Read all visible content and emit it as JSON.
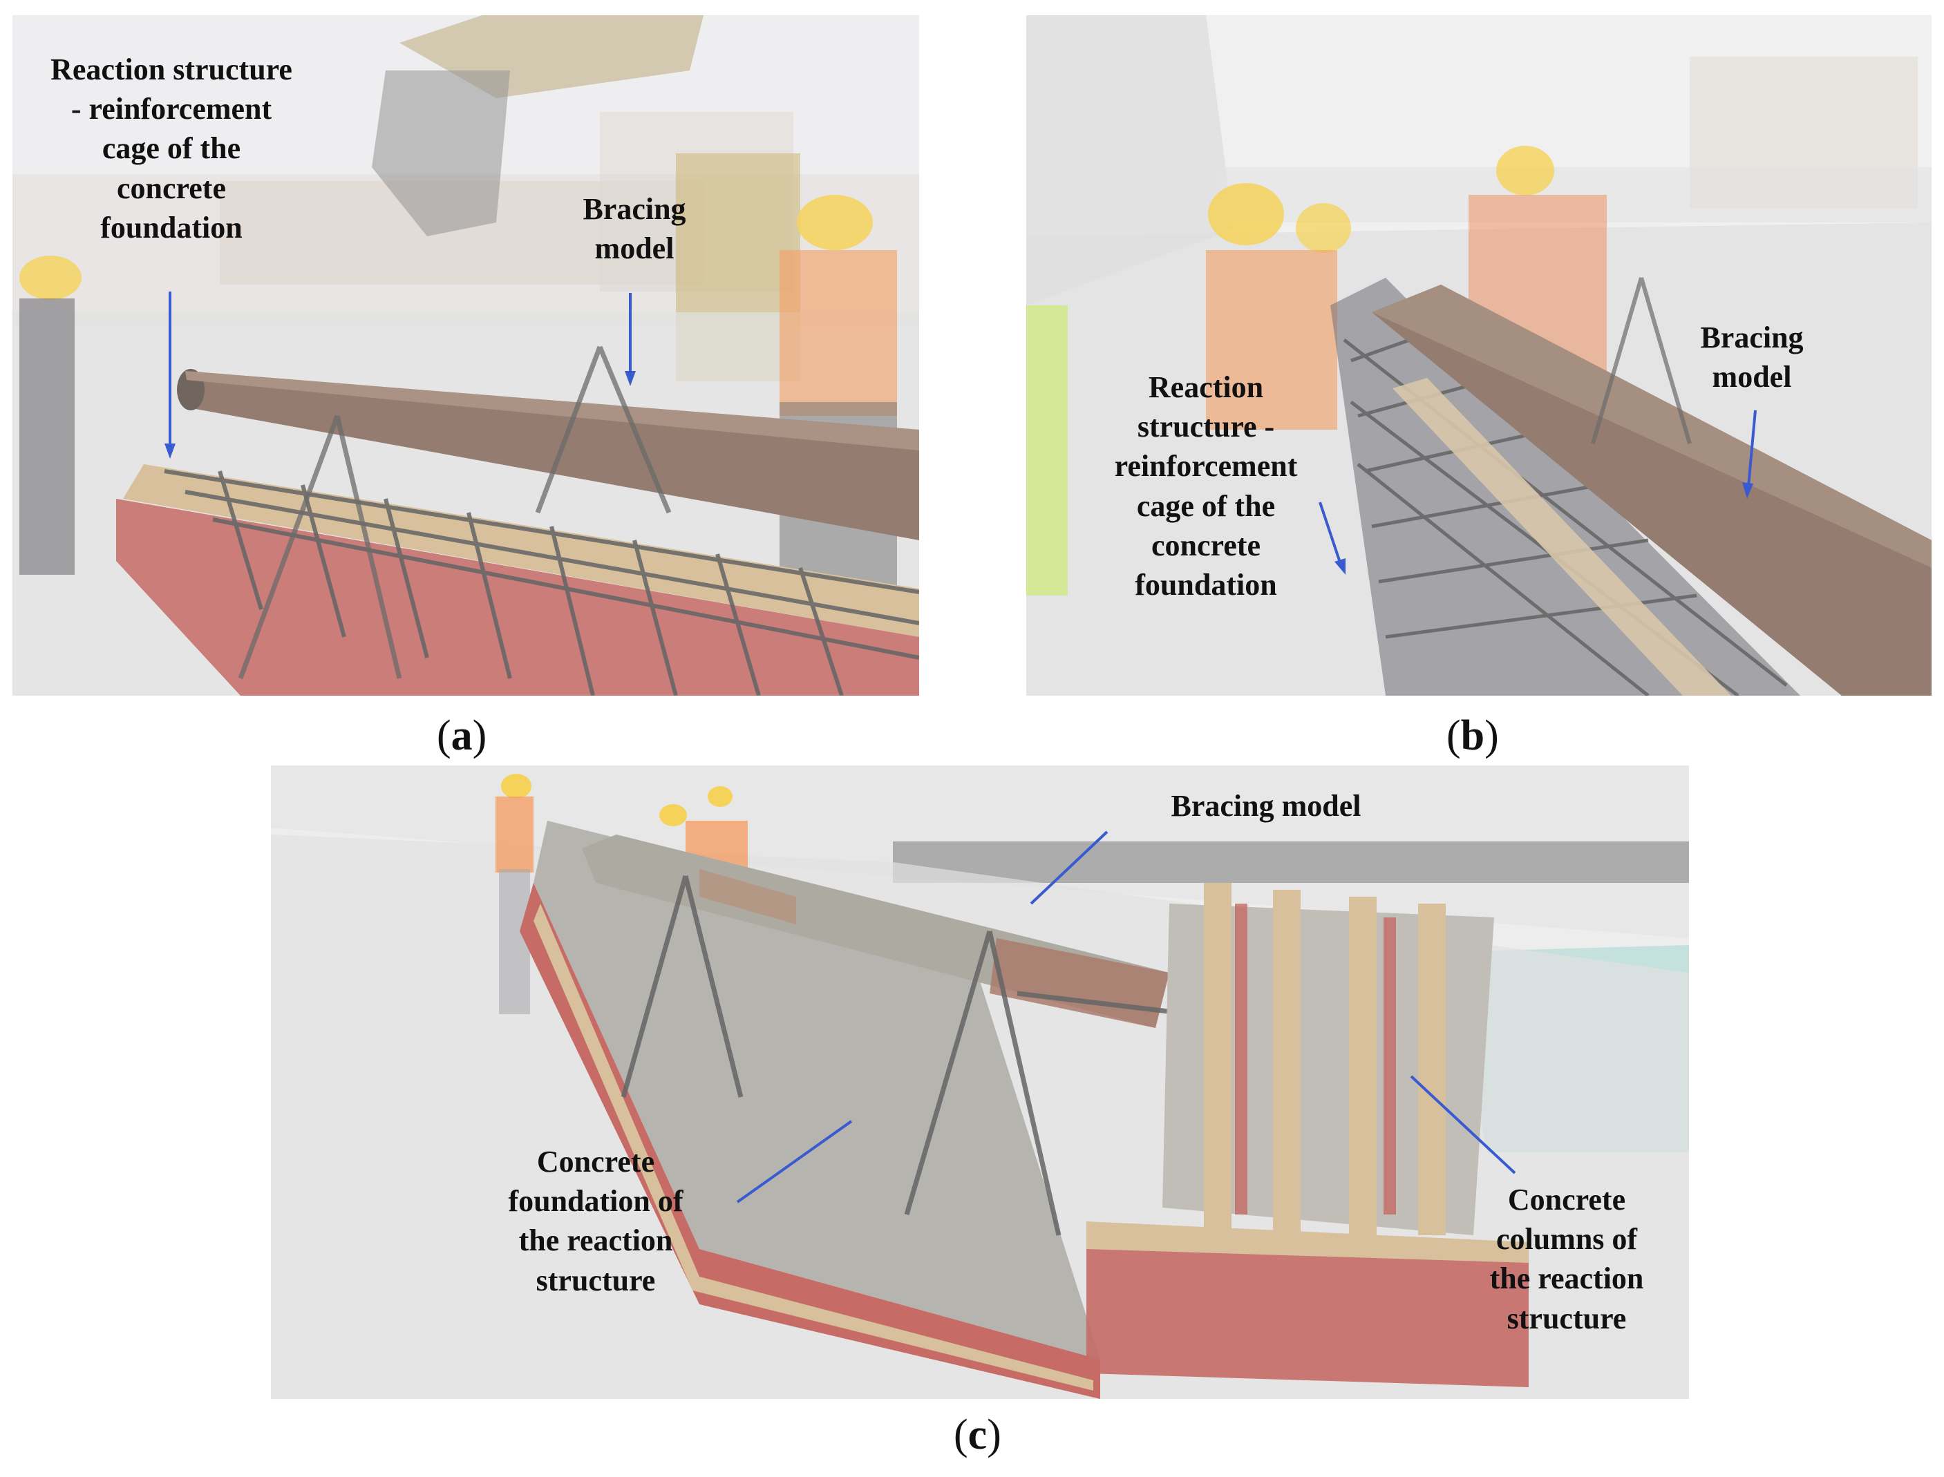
{
  "panels": {
    "a": {
      "caption_open": "(",
      "caption_letter": "a",
      "caption_close": ")",
      "labels": {
        "reaction_l1": "Reaction structure",
        "reaction_l2": "- reinforcement",
        "reaction_l3": "cage of the",
        "reaction_l4": "concrete",
        "reaction_l5": "foundation",
        "bracing_l1": "Bracing",
        "bracing_l2": "model"
      }
    },
    "b": {
      "caption_open": "(",
      "caption_letter": "b",
      "caption_close": ")",
      "labels": {
        "reaction_l1": "Reaction",
        "reaction_l2": "structure -",
        "reaction_l3": "reinforcement",
        "reaction_l4": "cage of the",
        "reaction_l5": "concrete",
        "reaction_l6": "foundation",
        "bracing_l1": "Bracing",
        "bracing_l2": "model"
      }
    },
    "c": {
      "caption_open": "(",
      "caption_letter": "c",
      "caption_close": ")",
      "labels": {
        "bracing": "Bracing model",
        "foundation_l1": "Concrete",
        "foundation_l2": "foundation of",
        "foundation_l3": "the reaction",
        "foundation_l4": "structure",
        "columns_l1": "Concrete",
        "columns_l2": "columns of",
        "columns_l3": "the reaction",
        "columns_l4": "structure"
      }
    }
  },
  "colors": {
    "arrow": "#3a5bd0",
    "pipe": "#6b4a3a",
    "formwork_red": "#b0322b",
    "timber": "#c9a877",
    "vest": "#f07a2a",
    "helmet": "#f2c21b",
    "cage": "#2a2a2a"
  }
}
